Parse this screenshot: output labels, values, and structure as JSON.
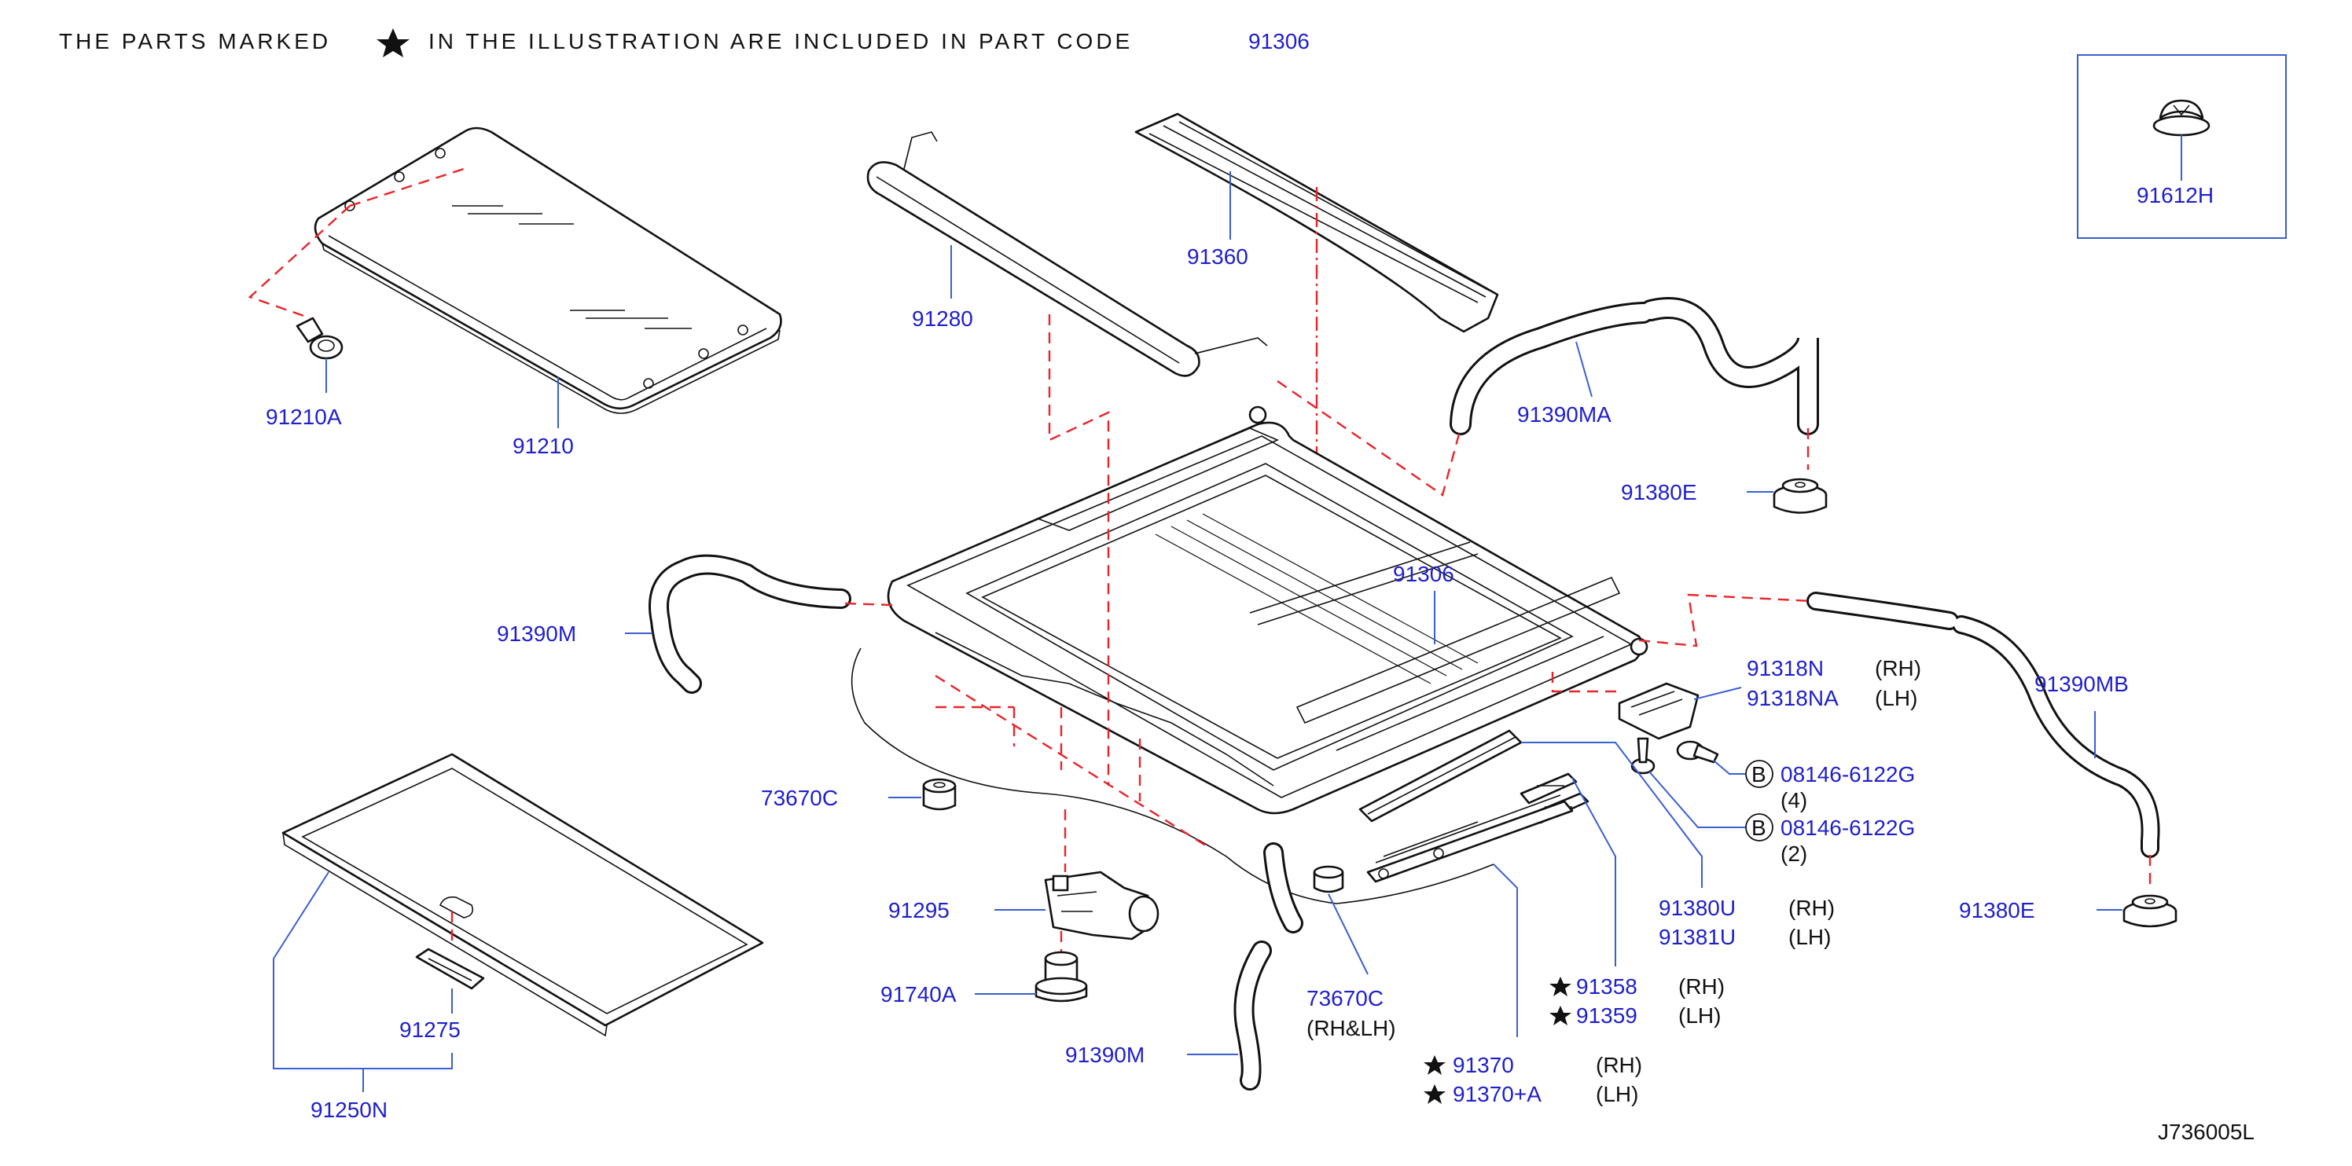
{
  "header": {
    "text_before": "THE PARTS MARKED",
    "text_after": "IN THE ILLUSTRATION ARE INCLUDED IN PART CODE",
    "part_code": "91306",
    "star_icon": "star-icon"
  },
  "diagram_id": "J736005L",
  "colors": {
    "label": "#1f1fcc",
    "leader": "#3a5fd0",
    "dashed": "#e8242a",
    "line": "#111111"
  },
  "labels": {
    "p91210A": "91210A",
    "p91210": "91210",
    "p91280": "91280",
    "p91360": "91360",
    "p91390MA": "91390MA",
    "p91380E_top": "91380E",
    "p91612H": "91612H",
    "p91306": "91306",
    "p91390M_left": "91390M",
    "p91318N": "91318N",
    "p91318N_side": "(RH)",
    "p91318NA": "91318NA",
    "p91318NA_side": "(LH)",
    "p91390MB": "91390MB",
    "bolt_b_marker": "B",
    "p08146_a": "08146-6122G",
    "p08146_a_qty": "(4)",
    "p08146_b": "08146-6122G",
    "p08146_b_qty": "(2)",
    "p73670C_left": "73670C",
    "p91295": "91295",
    "p91740A": "91740A",
    "p91380U": "91380U",
    "p91380U_side": "(RH)",
    "p91381U": "91381U",
    "p91381U_side": "(LH)",
    "p91380E_right": "91380E",
    "p91358": "91358",
    "p91358_side": "(RH)",
    "p91359": "91359",
    "p91359_side": "(LH)",
    "p73670C_bottom": "73670C",
    "p73670C_bottom_side": "(RH&LH)",
    "p91370": "91370",
    "p91370_side": "(RH)",
    "p91370A": "91370+A",
    "p91370A_side": "(LH)",
    "p91390M_bottom": "91390M",
    "p91275": "91275",
    "p91250N": "91250N"
  }
}
